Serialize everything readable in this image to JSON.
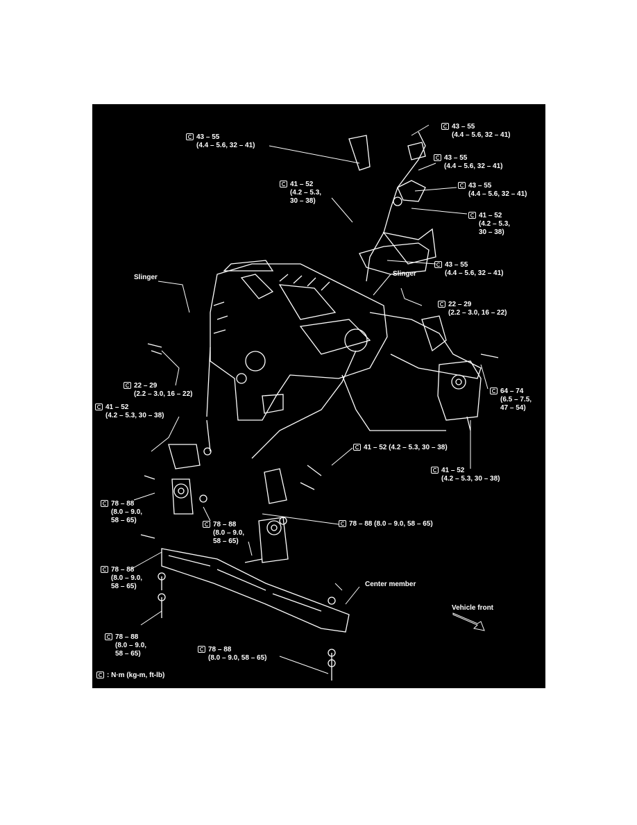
{
  "diagram": {
    "labels": {
      "t1": [
        "43 – 55",
        "(4.4 – 5.6, 32 – 41)"
      ],
      "t2": [
        "43 – 55",
        "(4.4 – 5.6, 32 – 41)"
      ],
      "t3": [
        "43 – 55",
        "(4.4 – 5.6, 32 – 41)"
      ],
      "t4": [
        "43 – 55",
        "(4.4 – 5.6, 32 – 41)"
      ],
      "t5": [
        "41 – 52",
        "(4.2 – 5.3,",
        "30 – 38)"
      ],
      "t6": [
        "41 – 52",
        "(4.2 – 5.3,",
        "30 – 38)"
      ],
      "t7": [
        "43 – 55",
        "(4.4 – 5.6, 32 – 41)"
      ],
      "t8": [
        "22 – 29",
        "(2.2 – 3.0, 16 – 22)"
      ],
      "t9": [
        "22 – 29",
        "(2.2 – 3.0, 16 – 22)"
      ],
      "t10": [
        "41 – 52",
        "(4.2 – 5.3, 30 – 38)"
      ],
      "t11": [
        "64 – 74",
        "(6.5 – 7.5,",
        "47 – 54)"
      ],
      "t12": [
        "41 – 52 (4.2 – 5.3, 30 – 38)"
      ],
      "t13": [
        "41 – 52",
        "(4.2 – 5.3, 30 – 38)"
      ],
      "t14": [
        "78 – 88",
        "(8.0 – 9.0,",
        "58 – 65)"
      ],
      "t15": [
        "78 – 88",
        "(8.0 – 9.0,",
        "58 – 65)"
      ],
      "t16": [
        "78 – 88 (8.0 – 9.0, 58 – 65)"
      ],
      "t17": [
        "78 – 88",
        "(8.0 – 9.0,",
        "58 – 65)"
      ],
      "t18": [
        "78 – 88",
        "(8.0 – 9.0,",
        "58 – 65)"
      ],
      "t19": [
        "78 – 88",
        "(8.0 – 9.0, 58 – 65)"
      ]
    },
    "slinger_left": "Slinger",
    "slinger_right": "Slinger",
    "center_member": "Center member",
    "vehicle_front": "Vehicle front",
    "legend": ": N·m (kg-m, ft-lb)",
    "icon": "torque-wrench-icon"
  }
}
